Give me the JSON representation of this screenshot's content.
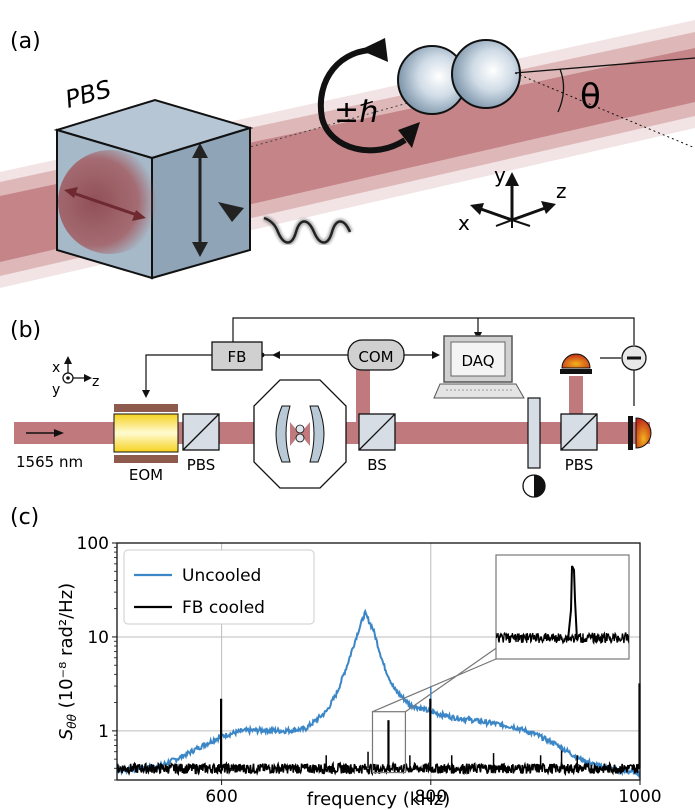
{
  "panels": {
    "a": {
      "label": "(a)",
      "pbs_label": "PBS",
      "theta": "θ",
      "hbar": "±ℏ",
      "axes": {
        "x": "x",
        "y": "y",
        "z": "z"
      }
    },
    "b": {
      "label": "(b)",
      "wavelength": "1565 nm",
      "fb": "FB",
      "com": "COM",
      "daq": "DAQ",
      "eom": "EOM",
      "pbs1": "PBS",
      "bs": "BS",
      "pbs2": "PBS",
      "minus": "−",
      "axes": {
        "x": "x",
        "y": "y",
        "z": "z"
      }
    },
    "c": {
      "label": "(c)"
    }
  },
  "colors": {
    "beam": "#b9666a",
    "cube": "#9fb3c4",
    "uncooled": "#3b86c6",
    "fb_cooled": "#000000"
  },
  "chart_data": {
    "type": "line",
    "xlabel": "frequency (kHz)",
    "ylabel_main": "S",
    "ylabel_sub": "θθ",
    "ylabel_units": "(10⁻⁸ rad²/Hz)",
    "yscale": "log",
    "xlim": [
      500,
      1000
    ],
    "ylim": [
      0.3,
      100
    ],
    "xticks": [
      600,
      800,
      1000
    ],
    "yticks": [
      1,
      10,
      100
    ],
    "ytick_labels": [
      "1",
      "10",
      "100"
    ],
    "grid": true,
    "legend_position": "upper-left",
    "inset_x_range": [
      750,
      770
    ],
    "series": [
      {
        "name": "Uncooled",
        "color": "#3b86c6",
        "x": [
          500,
          540,
          560,
          580,
          600,
          620,
          640,
          660,
          680,
          700,
          710,
          720,
          730,
          737,
          745,
          755,
          765,
          780,
          800,
          820,
          840,
          860,
          880,
          900,
          920,
          940,
          960,
          980,
          1000
        ],
        "y": [
          0.38,
          0.42,
          0.52,
          0.68,
          0.88,
          1.0,
          1.02,
          1.0,
          1.05,
          1.6,
          2.5,
          5.0,
          11.0,
          18.0,
          12.0,
          5.0,
          2.8,
          1.9,
          1.6,
          1.4,
          1.3,
          1.2,
          1.1,
          0.92,
          0.72,
          0.52,
          0.42,
          0.38,
          0.36
        ]
      },
      {
        "name": "FB cooled",
        "color": "#000000",
        "baseline": 0.4,
        "peaks_x": [
          600,
          760,
          800,
          1000
        ],
        "peaks_y": [
          2.2,
          1.3,
          2.2,
          3.2
        ]
      }
    ]
  }
}
